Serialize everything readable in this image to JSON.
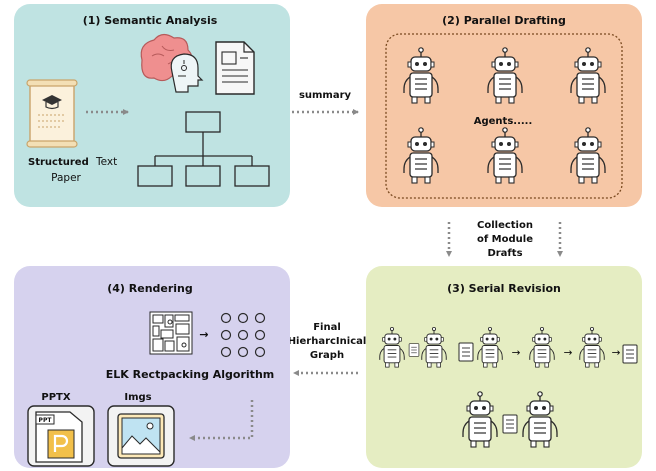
{
  "colors": {
    "panel1": "#bfe3e2",
    "panel2": "#f6c7a6",
    "panel3": "#e5edc2",
    "panel4": "#d6d2ee",
    "brain": "#ef8f8f",
    "arrow": "#8a8a8a",
    "outline": "#2a2a2a"
  },
  "panels": {
    "semantic": {
      "title": "(1) Semantic Analysis",
      "paper_bold": "Structured",
      "paper_text": "Text",
      "paper_line2": "Paper"
    },
    "drafting": {
      "title": "(2) Parallel Drafting",
      "agents_label": "Agents....."
    },
    "revision": {
      "title": "(3) Serial Revision"
    },
    "rendering": {
      "title": "(4) Rendering",
      "algorithm": "ELK Rectpacking Algorithm",
      "pptx_label": "PPTX",
      "ppt_badge": "PPT",
      "imgs_label": "Imgs"
    }
  },
  "connectors": {
    "summary": "summary",
    "collection": [
      "Collection",
      "of Module",
      "Drafts"
    ],
    "final_graph": [
      "Final",
      "HierharcInical",
      "Graph"
    ]
  },
  "icons": [
    "diploma-icon",
    "brain-icon",
    "document-icon",
    "robot-icon",
    "pptx-file-icon",
    "image-file-icon",
    "grid-icon"
  ]
}
